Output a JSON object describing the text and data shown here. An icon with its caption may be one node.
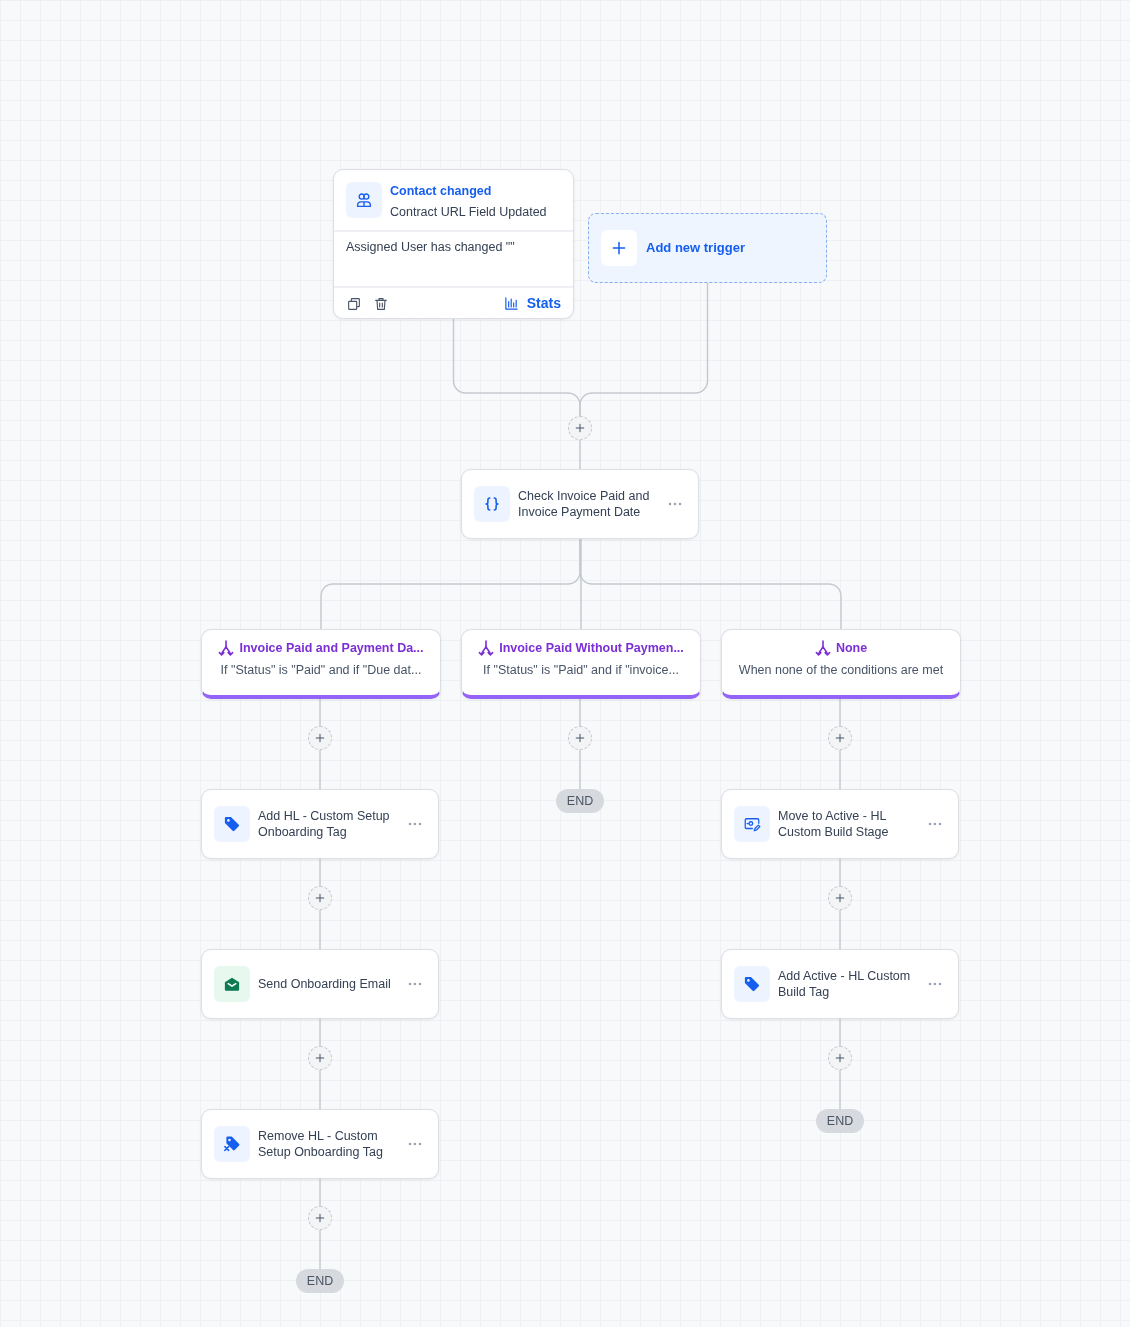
{
  "diagram": {
    "nodes": [
      {
        "text": [
          "Contact changed",
          "Contract URL Field Updated",
          "Assigned User has changed \"\"",
          "Stats"
        ]
      },
      {
        "text": [
          "Add new trigger"
        ]
      },
      {
        "text": [],
        "shape": "circle"
      },
      {
        "text": [
          "Check Invoice Paid and Invoice Payment Date"
        ]
      },
      {
        "text": [
          "Invoice Paid and Payment Da...",
          "If \"Status\" is \"Paid\" and if \"Due dat..."
        ]
      },
      {
        "text": [
          "Invoice Paid Without Paymen...",
          "If \"Status\" is \"Paid\" and if \"invoice..."
        ]
      },
      {
        "text": [
          "None",
          "When none of the conditions are met"
        ]
      },
      {
        "text": [],
        "shape": "circle"
      },
      {
        "text": [],
        "shape": "circle"
      },
      {
        "text": [],
        "shape": "circle"
      },
      {
        "text": [
          "Add HL - Custom Setup Onboarding Tag"
        ]
      },
      {
        "text": [
          "END"
        ]
      },
      {
        "text": [
          "Move to Active - HL Custom Build Stage"
        ]
      },
      {
        "text": [],
        "shape": "circle"
      },
      {
        "text": [],
        "shape": "circle"
      },
      {
        "text": [
          "Send Onboarding Email"
        ]
      },
      {
        "text": [
          "Add Active - HL Custom Build Tag"
        ]
      },
      {
        "text": [],
        "shape": "circle"
      },
      {
        "text": [],
        "shape": "circle"
      },
      {
        "text": [
          "Remove HL - Custom Setup Onboarding Tag"
        ]
      },
      {
        "text": [
          "END"
        ]
      },
      {
        "text": [],
        "shape": "circle"
      },
      {
        "text": [
          "END"
        ]
      }
    ],
    "edges": [
      {
        "from": 0,
        "to": 2,
        "arrow": "none"
      },
      {
        "from": 1,
        "to": 2,
        "arrow": "none"
      },
      {
        "from": 2,
        "to": 3,
        "arrow": "none"
      },
      {
        "from": 3,
        "to": 4,
        "arrow": "none"
      },
      {
        "from": 3,
        "to": 5,
        "arrow": "none"
      },
      {
        "from": 3,
        "to": 6,
        "arrow": "none"
      },
      {
        "from": 4,
        "to": 7,
        "arrow": "none"
      },
      {
        "from": 5,
        "to": 8,
        "arrow": "none"
      },
      {
        "from": 6,
        "to": 9,
        "arrow": "none"
      },
      {
        "from": 7,
        "to": 10,
        "arrow": "none"
      },
      {
        "from": 8,
        "to": 11,
        "arrow": "none"
      },
      {
        "from": 9,
        "to": 12,
        "arrow": "none"
      },
      {
        "from": 10,
        "to": 13,
        "arrow": "none"
      },
      {
        "from": 12,
        "to": 14,
        "arrow": "none"
      },
      {
        "from": 13,
        "to": 15,
        "arrow": "none"
      },
      {
        "from": 14,
        "to": 16,
        "arrow": "none"
      },
      {
        "from": 15,
        "to": 17,
        "arrow": "none"
      },
      {
        "from": 16,
        "to": 18,
        "arrow": "none"
      },
      {
        "from": 17,
        "to": 19,
        "arrow": "none"
      },
      {
        "from": 18,
        "to": 20,
        "arrow": "none"
      },
      {
        "from": 19,
        "to": 21,
        "arrow": "none"
      },
      {
        "from": 21,
        "to": 22,
        "arrow": "none"
      }
    ]
  }
}
